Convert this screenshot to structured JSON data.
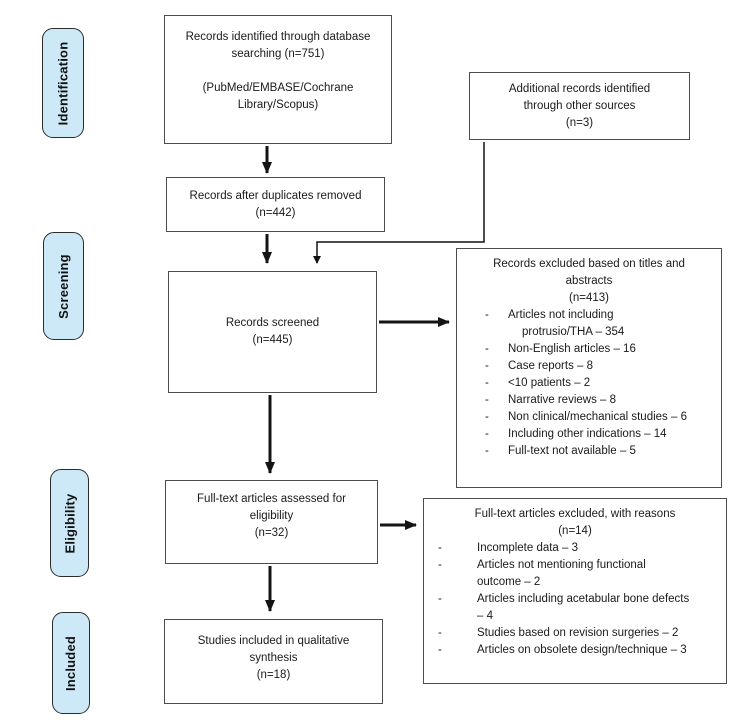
{
  "colors": {
    "stage_fill": "#cde9f8",
    "stage_border": "#2b2b2b",
    "box_border": "#4d4d4d",
    "arrow": "#141414",
    "text": "#1a1a1a",
    "background": "#ffffff"
  },
  "sidebar": {
    "stages": [
      {
        "label": "Identification"
      },
      {
        "label": "Screening"
      },
      {
        "label": "Eligibility"
      },
      {
        "label": "Included"
      }
    ]
  },
  "boxes": {
    "identified": {
      "lines": [
        "Records identified through database",
        "searching (n=751)",
        "",
        "(PubMed/EMBASE/Cochrane",
        "Library/Scopus)"
      ]
    },
    "additional": {
      "lines": [
        "Additional records identified",
        "through other sources",
        "(n=3)"
      ]
    },
    "duplicates": {
      "lines": [
        "Records after duplicates removed",
        "(n=442)"
      ]
    },
    "screened": {
      "lines": [
        "Records screened",
        "(n=445)"
      ]
    },
    "excluded1": {
      "bullet": "-",
      "heading": [
        "Records excluded based on titles and",
        "abstracts",
        "(n=413)"
      ],
      "items": [
        {
          "lines": [
            "Articles not including",
            "protrusio/THA – 354"
          ]
        },
        {
          "lines": [
            "Non-English articles – 16"
          ]
        },
        {
          "lines": [
            "Case reports – 8"
          ]
        },
        {
          "lines": [
            "<10 patients – 2"
          ]
        },
        {
          "lines": [
            "Narrative reviews – 8"
          ]
        },
        {
          "lines": [
            "Non clinical/mechanical studies – 6"
          ]
        },
        {
          "lines": [
            "Including other indications – 14"
          ]
        },
        {
          "lines": [
            "Full-text not available – 5"
          ]
        }
      ]
    },
    "fulltext": {
      "lines": [
        "Full-text articles assessed for",
        "eligibility",
        "(n=32)"
      ]
    },
    "excluded2": {
      "bullet": "-",
      "heading": [
        "Full-text articles excluded, with reasons",
        "(n=14)"
      ],
      "items": [
        {
          "lines": [
            "Incomplete data – 3"
          ]
        },
        {
          "lines": [
            "Articles not mentioning functional",
            "outcome – 2"
          ]
        },
        {
          "lines": [
            "Articles including acetabular bone defects",
            "– 4"
          ]
        },
        {
          "lines": [
            "Studies based on revision surgeries – 2"
          ]
        },
        {
          "lines": [
            "Articles on obsolete design/technique – 3"
          ]
        }
      ]
    },
    "included": {
      "lines": [
        "Studies included in qualitative",
        "synthesis",
        "(n=18)"
      ]
    }
  }
}
